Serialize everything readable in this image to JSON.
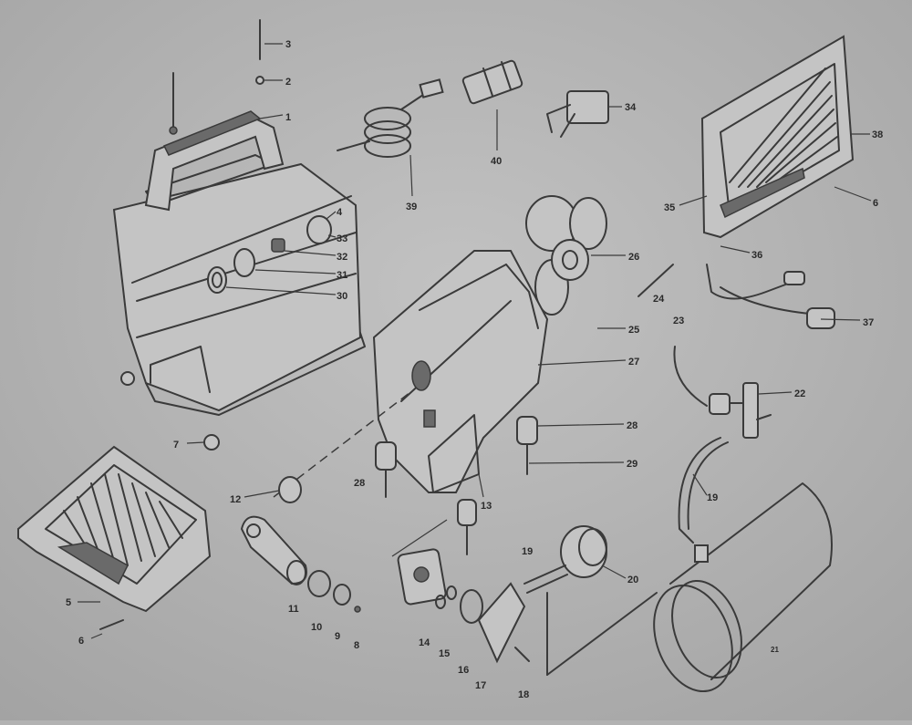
{
  "diagram": {
    "title": "Air compressor exploded parts diagram",
    "background_color": "#b2b2b2",
    "line_color": "#3a3a3a"
  },
  "labels": {
    "l1": "1",
    "l2": "2",
    "l3": "3",
    "l4": "4",
    "l5": "5",
    "l6a": "6",
    "l6b": "6",
    "l7": "7",
    "l8": "8",
    "l9": "9",
    "l10": "10",
    "l11": "11",
    "l12": "12",
    "l13": "13",
    "l14": "14",
    "l15": "15",
    "l16": "16",
    "l17": "17",
    "l18": "18",
    "l19a": "19",
    "l19b": "19",
    "l20": "20",
    "l21": "21",
    "l22": "22",
    "l23": "23",
    "l24": "24",
    "l25": "25",
    "l26": "26",
    "l27": "27",
    "l28a": "28",
    "l28b": "28",
    "l29": "29",
    "l30": "30",
    "l31": "31",
    "l32": "32",
    "l33": "33",
    "l34": "34",
    "l35": "35",
    "l36": "36",
    "l37": "37",
    "l38": "38",
    "l39": "39",
    "l40": "40"
  }
}
